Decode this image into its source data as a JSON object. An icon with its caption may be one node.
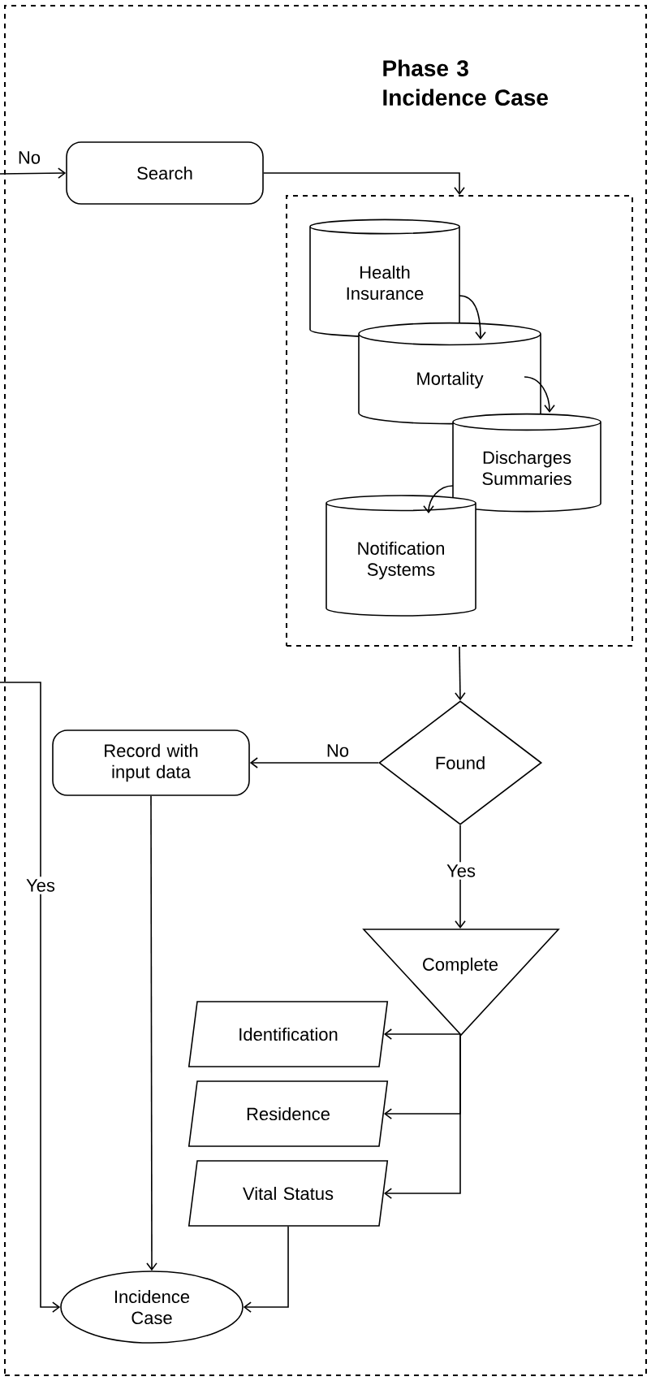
{
  "diagram": {
    "nodes": [
      {
        "text": [
          "Phase 3 Incidence Case"
        ]
      },
      {
        "text": [
          "Search"
        ],
        "in": 0
      },
      {
        "text": [],
        "shape": "box",
        "in": 0
      },
      {
        "text": [
          "Health Insurance"
        ],
        "in": 2
      },
      {
        "text": [
          "Mortality"
        ],
        "in": 2
      },
      {
        "text": [
          "Discharges Summaries"
        ],
        "in": 2
      },
      {
        "text": [
          "Notification Systems"
        ],
        "in": 2
      },
      {
        "text": [
          "Found"
        ],
        "in": 0
      },
      {
        "text": [
          "Record with input data"
        ],
        "in": 0
      },
      {
        "text": [
          "Complete"
        ],
        "in": 0
      },
      {
        "text": [
          "Identification"
        ],
        "in": 0
      },
      {
        "text": [
          "Residence"
        ],
        "in": 0
      },
      {
        "text": [
          "Vital Status"
        ],
        "in": 0
      },
      {
        "text": [
          "Incidence Case"
        ],
        "in": 0
      }
    ],
    "edges": [
      {
        "from": null,
        "to": 1,
        "arrow": "to",
        "label": "No"
      },
      {
        "from": 1,
        "to": 2,
        "arrow": "to"
      },
      {
        "from": 3,
        "to": 4,
        "arrow": "to"
      },
      {
        "from": 4,
        "to": 5,
        "arrow": "to"
      },
      {
        "from": 5,
        "to": 6,
        "arrow": "to"
      },
      {
        "from": 2,
        "to": 7,
        "arrow": "to"
      },
      {
        "from": 7,
        "to": 8,
        "arrow": "to",
        "label": "No"
      },
      {
        "from": 7,
        "to": 9,
        "arrow": "to",
        "label": "Yes"
      },
      {
        "from": 9,
        "to": 10,
        "arrow": "to"
      },
      {
        "from": 9,
        "to": 11,
        "arrow": "to"
      },
      {
        "from": 9,
        "to": 12,
        "arrow": "to"
      },
      {
        "from": 8,
        "to": 13,
        "arrow": "to"
      },
      {
        "from": 12,
        "to": 13,
        "arrow": "to"
      },
      {
        "from": null,
        "to": 13,
        "arrow": "to",
        "label": "Yes"
      }
    ]
  }
}
